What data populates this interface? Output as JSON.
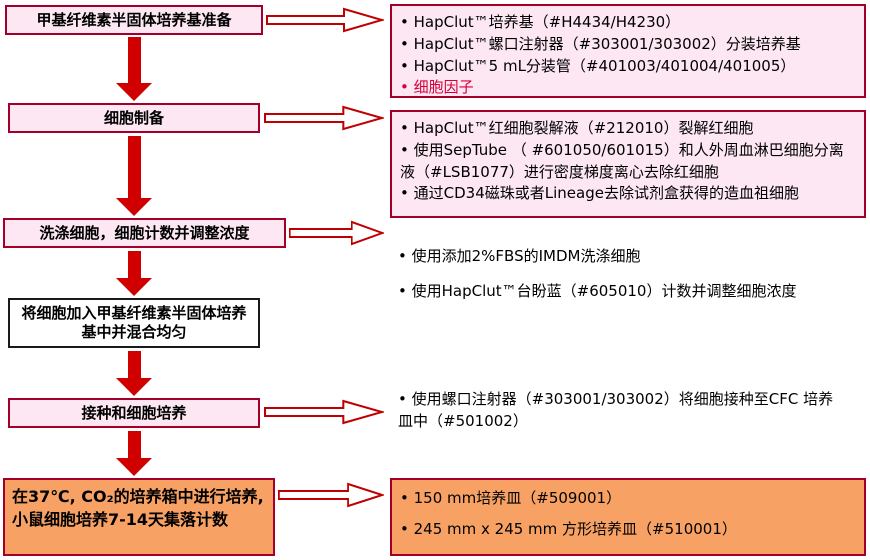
{
  "colors": {
    "box_border": "#a30029",
    "pink_fill": "#fce7f2",
    "orange_fill": "#f7a164",
    "arrow_red": "#d10000",
    "red_text": "#d6003c"
  },
  "flow": {
    "steps": [
      {
        "label": "甲基纤维素半固体培养基准备"
      },
      {
        "label": "细胞制备"
      },
      {
        "label": "洗涤细胞，细胞计数并调整浓度"
      },
      {
        "label": "将细胞加入甲基纤维素半固体培养基中并混合均匀"
      },
      {
        "label": "接种和细胞培养"
      },
      {
        "label": "在37℃, CO₂的培养箱中进行培养, 小鼠细胞培养7-14天集落计数"
      }
    ]
  },
  "annotations": [
    {
      "bullets": [
        "HapClut™培养基（#H4434/H4230）",
        "HapClut™螺口注射器（#303001/303002）分装培养基",
        "HapClut™5 mL分装管（#401003/401004/401005）",
        "细胞因子"
      ]
    },
    {
      "bullets": [
        "HapClut™红细胞裂解液（#212010）裂解红细胞",
        "使用SepTube （ #601050/601015）和人外周血淋巴细胞分离液（#LSB1077）进行密度梯度离心去除红细胞",
        "通过CD34磁珠或者Lineage去除试剂盒获得的造血祖细胞"
      ]
    },
    {
      "bullets": [
        "使用添加2%FBS的IMDM洗涤细胞",
        "使用HapClut™台盼蓝（#605010）计数并调整细胞浓度"
      ]
    },
    {
      "bullets": [
        "使用螺口注射器（#303001/303002）将细胞接种至CFC 培养皿中（#501002）"
      ]
    },
    {
      "bullets": [
        "150 mm培养皿（#509001）",
        "245 mm x 245 mm 方形培养皿（#510001）"
      ]
    }
  ]
}
